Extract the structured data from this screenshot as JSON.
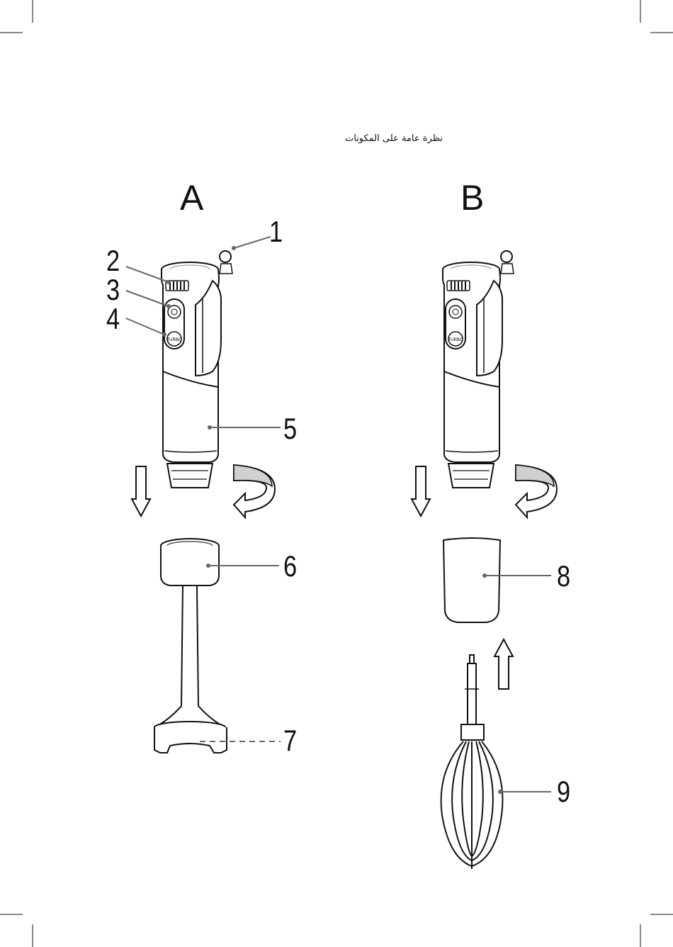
{
  "page": {
    "title": "نظرة عامة على المكونات"
  },
  "sections": [
    {
      "id": "A",
      "label": "A"
    },
    {
      "id": "B",
      "label": "B"
    }
  ],
  "callouts": [
    {
      "id": "1",
      "label": "1"
    },
    {
      "id": "2",
      "label": "2"
    },
    {
      "id": "3",
      "label": "3"
    },
    {
      "id": "4",
      "label": "4"
    },
    {
      "id": "5",
      "label": "5"
    },
    {
      "id": "6",
      "label": "6"
    },
    {
      "id": "7",
      "label": "7"
    },
    {
      "id": "8",
      "label": "8"
    },
    {
      "id": "9",
      "label": "9"
    }
  ],
  "buttons": {
    "turbo": "TURBO"
  }
}
